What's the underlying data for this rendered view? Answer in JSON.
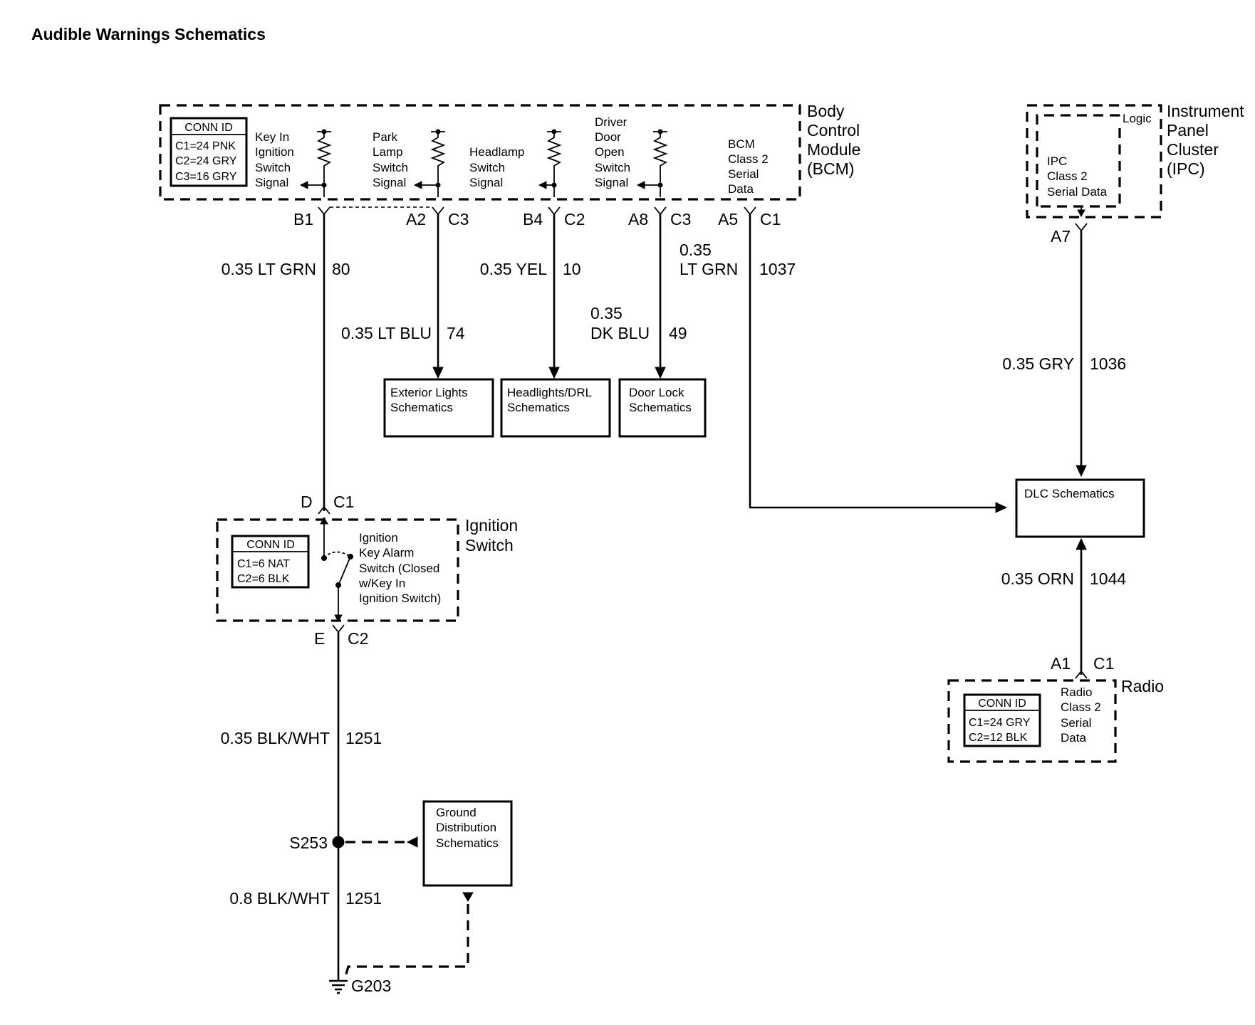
{
  "title": "Audible Warnings Schematics",
  "bcm": {
    "name_lines": [
      "Body",
      "Control",
      "Module",
      "(BCM)"
    ],
    "conn_id": {
      "header": "CONN ID",
      "lines": [
        "C1=24 PNK",
        "C2=24 GRY",
        "C3=16 GRY"
      ]
    },
    "signals": {
      "key_in": [
        "Key In",
        "Ignition",
        "Switch",
        "Signal"
      ],
      "park_lamp": [
        "Park",
        "Lamp",
        "Switch",
        "Signal"
      ],
      "headlamp": [
        "Headlamp",
        "Switch",
        "Signal"
      ],
      "driver_door": [
        "Driver",
        "Door",
        "Open",
        "Switch",
        "Signal"
      ],
      "class2": [
        "BCM",
        "Class 2",
        "Serial",
        "Data"
      ]
    },
    "pins": {
      "b1": "B1",
      "a2": "A2",
      "a2_conn": "C3",
      "b4": "B4",
      "b4_conn": "C2",
      "a8": "A8",
      "a8_conn": "C3",
      "a5": "A5",
      "a5_conn": "C1"
    }
  },
  "ipc": {
    "name_lines": [
      "Instrument",
      "Panel",
      "Cluster",
      "(IPC)"
    ],
    "logic": "Logic",
    "data_lines": [
      "IPC",
      "Class 2",
      "Serial Data"
    ],
    "pin": "A7"
  },
  "wires": {
    "key_in": {
      "gauge": "0.35 LT GRN",
      "circuit": "80"
    },
    "park_lamp": {
      "gauge": "0.35 LT BLU",
      "circuit": "74"
    },
    "headlamp": {
      "gauge": "0.35 YEL",
      "circuit": "10"
    },
    "driver_door": {
      "gauge_lines": [
        "0.35",
        "DK BLU"
      ],
      "circuit": "49"
    },
    "bcm_data": {
      "gauge_lines": [
        "0.35",
        "LT GRN"
      ],
      "circuit": "1037"
    },
    "ipc_data": {
      "gauge": "0.35 GRY",
      "circuit": "1036"
    },
    "radio_data": {
      "gauge": "0.35 ORN",
      "circuit": "1044"
    },
    "ign_ground": {
      "gauge": "0.35 BLK/WHT",
      "circuit": "1251"
    },
    "ground": {
      "gauge": "0.8 BLK/WHT",
      "circuit": "1251"
    }
  },
  "refs": {
    "exterior_lights": [
      "Exterior Lights",
      "Schematics"
    ],
    "headlights": [
      "Headlights/DRL",
      "Schematics"
    ],
    "door_lock": [
      "Door Lock",
      "Schematics"
    ],
    "dlc": "DLC Schematics",
    "ground_dist": [
      "Ground",
      "Distribution",
      "Schematics"
    ]
  },
  "ignition_switch": {
    "name_lines": [
      "Ignition",
      "Switch"
    ],
    "conn_id": {
      "header": "CONN ID",
      "lines": [
        "C1=6 NAT",
        "C2=6 BLK"
      ]
    },
    "switch_lines": [
      "Ignition",
      "Key Alarm",
      "Switch (Closed",
      "w/Key In",
      "Ignition Switch)"
    ],
    "pin_top": "D",
    "pin_top_conn": "C1",
    "pin_bottom": "E",
    "pin_bottom_conn": "C2"
  },
  "radio": {
    "name": "Radio",
    "conn_id": {
      "header": "CONN ID",
      "lines": [
        "C1=24 GRY",
        "C2=12 BLK"
      ]
    },
    "data_lines": [
      "Radio",
      "Class 2",
      "Serial",
      "Data"
    ],
    "pin": "A1",
    "pin_conn": "C1"
  },
  "splice": "S253",
  "ground_point": "G203"
}
